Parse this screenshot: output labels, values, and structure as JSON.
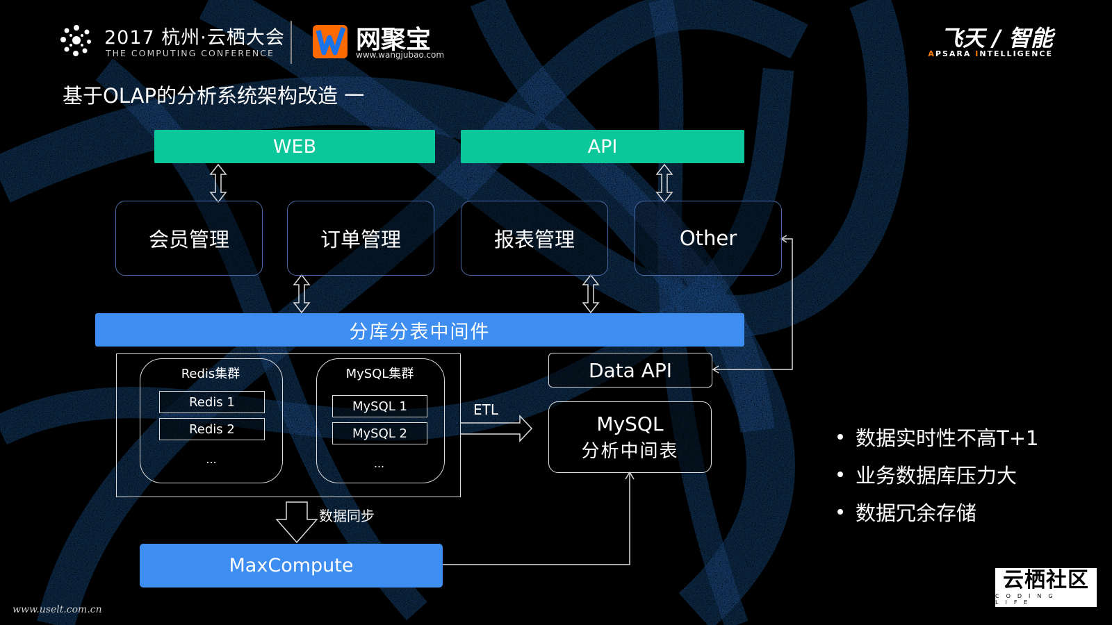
{
  "header": {
    "conference_title": "2017 杭州·云栖大会",
    "conference_subtitle": "THE COMPUTING CONFERENCE",
    "partner_name": "网聚宝",
    "partner_url": "www.wangjubao.com",
    "apsara_title": "飞天 / 智能",
    "apsara_sub_a": "A",
    "apsara_sub_b": "PSARA ",
    "apsara_sub_c": "I",
    "apsara_sub_d": "NTELLIGENCE"
  },
  "page_title": "基于OLAP的分析系统架构改造 一",
  "diagram": {
    "top_bars": {
      "web": "WEB",
      "api": "API"
    },
    "modules": [
      "会员管理",
      "订单管理",
      "报表管理",
      "Other"
    ],
    "middleware": "分库分表中间件",
    "redis_cluster": {
      "label": "Redis集群",
      "nodes": [
        "Redis 1",
        "Redis 2"
      ],
      "more": "..."
    },
    "mysql_cluster": {
      "label": "MySQL集群",
      "nodes": [
        "MySQL 1",
        "MySQL 2"
      ],
      "more": "..."
    },
    "etl_label": "ETL",
    "data_api": "Data API",
    "mysql_mid_line1": "MySQL",
    "mysql_mid_line2": "分析中间表",
    "sync_label": "数据同步",
    "maxcompute": "MaxCompute"
  },
  "bullets": [
    "数据实时性不高T+1",
    "业务数据库压力大",
    "数据冗余存储"
  ],
  "watermark": "www.uselt.com.cn",
  "corner_logo": {
    "main": "云栖社区",
    "sub": "CODING LIFE"
  },
  "colors": {
    "green": "#0bc79a",
    "blue": "#3d8ef0",
    "swirl": "#1f5fa8",
    "orange": "#ff7a00"
  }
}
